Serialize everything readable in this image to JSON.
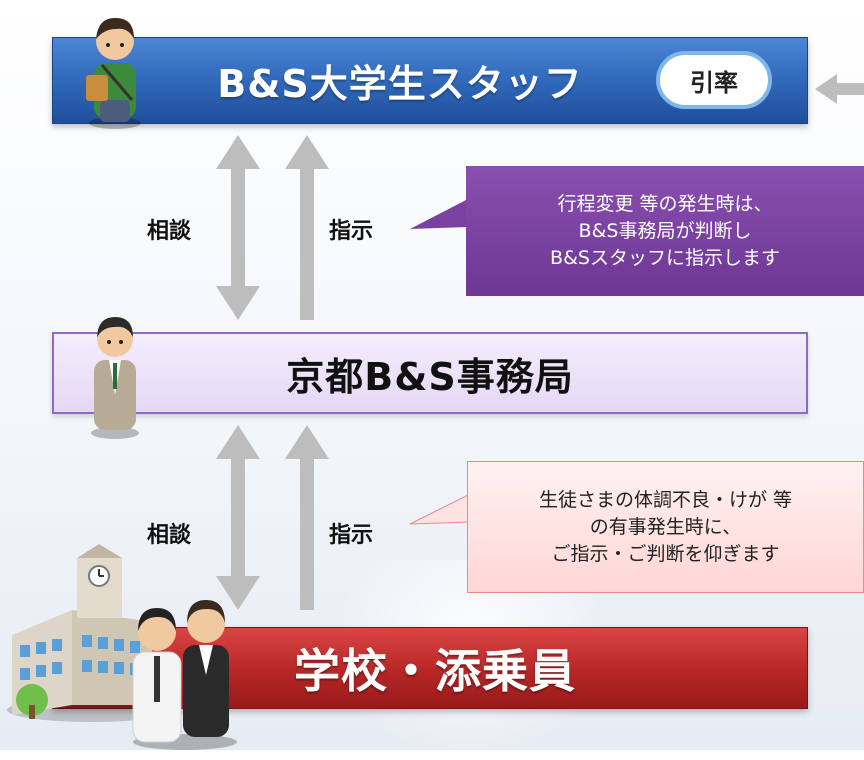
{
  "nodes": {
    "staff": {
      "title": "B&S大学生スタッフ",
      "badge": "引率"
    },
    "office": {
      "title": "京都B&S事務局"
    },
    "school": {
      "title": "学校・添乗員"
    }
  },
  "links": {
    "upper": {
      "left_label": "相談",
      "right_label": "指示"
    },
    "lower": {
      "left_label": "相談",
      "right_label": "指示"
    }
  },
  "callouts": {
    "upper": [
      "行程変更 等の発生時は、",
      "B&S事務局が判断し",
      "B&Sスタッフに指示します"
    ],
    "lower": [
      "生徒さまの体調不良・けが 等",
      "の有事発生時に、",
      "ご指示・ご判断を仰ぎます"
    ]
  },
  "colors": {
    "staff_bar": "#2f66b8",
    "office_bar": "#e5d7f6",
    "school_bar": "#b72626",
    "arrow": "#bdbdbd",
    "callout_upper": "#6d3794",
    "callout_lower": "#ffd6d6"
  }
}
